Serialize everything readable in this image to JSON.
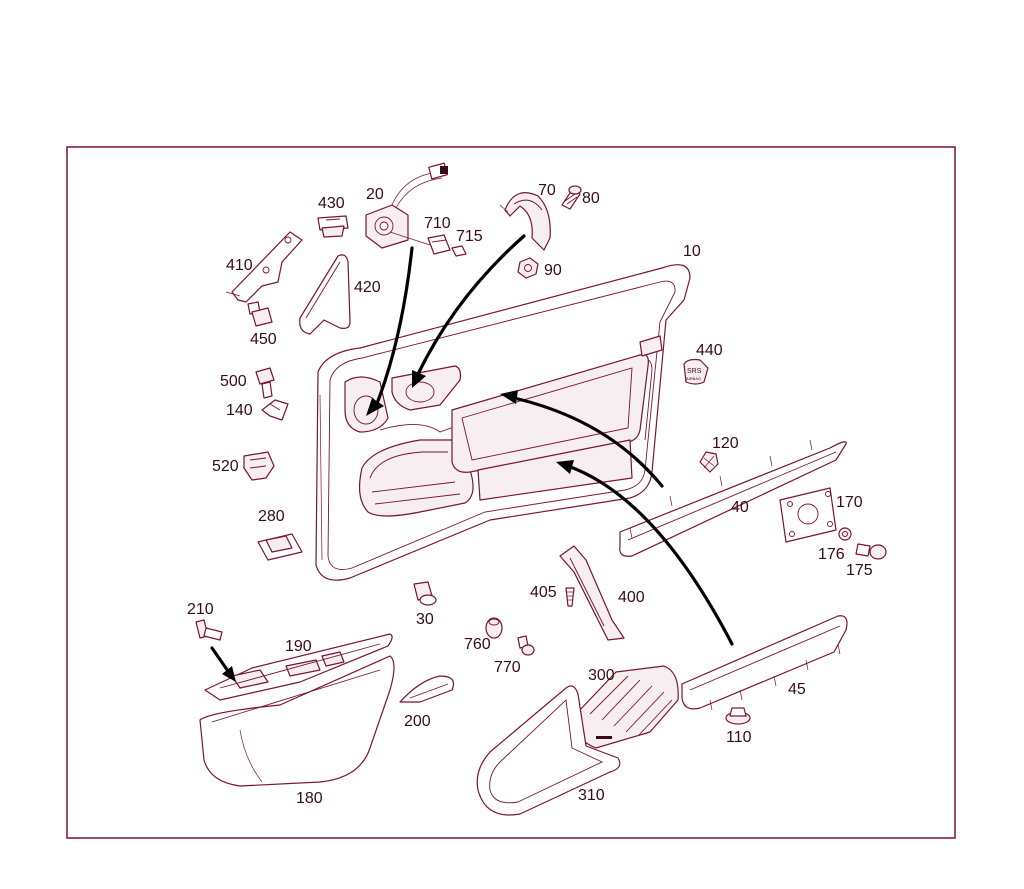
{
  "colors": {
    "line": "#7a1430",
    "frame": "#7a1430",
    "label": "#3a0a18",
    "arrow": "#000000",
    "background": "#ffffff"
  },
  "labels": {
    "p10": "10",
    "p20": "20",
    "p30": "30",
    "p40": "40",
    "p45": "45",
    "p70": "70",
    "p80": "80",
    "p90": "90",
    "p110": "110",
    "p120": "120",
    "p140": "140",
    "p170": "170",
    "p175": "175",
    "p176": "176",
    "p180": "180",
    "p190": "190",
    "p200": "200",
    "p210": "210",
    "p280": "280",
    "p300": "300",
    "p310": "310",
    "p400": "400",
    "p405": "405",
    "p410": "410",
    "p420": "420",
    "p430": "430",
    "p440": "440",
    "p450": "450",
    "p500": "500",
    "p520": "520",
    "p710": "710",
    "p715": "715",
    "p760": "760",
    "p770": "770"
  },
  "badge_text": {
    "srs": "SRS",
    "airbag": "AIRBAG"
  }
}
